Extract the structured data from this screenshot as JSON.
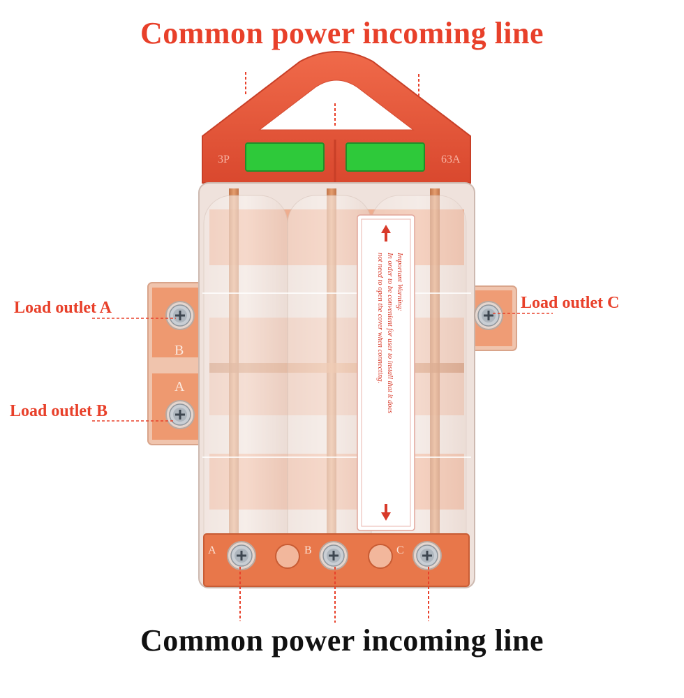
{
  "labels": {
    "top_title": "Common power incoming line",
    "bottom_title": "Common power incoming line",
    "load_a": "Load outlet A",
    "load_b": "Load outlet B",
    "load_c": "Load outlet C"
  },
  "device": {
    "handle_left_mark": "3P",
    "handle_right_mark": "63A",
    "phase_a": "A",
    "phase_b": "B",
    "phase_c": "C",
    "warning_lines": [
      "Important Warning:",
      "In order to be convenient for user to install that it does",
      "not need to open the cover when connecting."
    ]
  },
  "colors": {
    "title_top": "#e8402a",
    "title_bottom": "#111111",
    "callout": "#e8402a",
    "handle": "#e6553a",
    "indicator": "#2ec93a",
    "copper": "#c8743f",
    "base": "#e8774a",
    "housing": "#eadfd9",
    "warning_text": "#d83a2a"
  },
  "icons": {
    "screw": "phillips-screw-icon",
    "arrow": "arrow-icon"
  }
}
